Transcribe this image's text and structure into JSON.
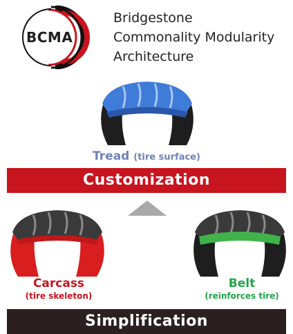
{
  "logo": {
    "abbr": "BCMA",
    "lines": [
      "Bridgestone",
      "Commonality Modularity",
      "Architecture"
    ]
  },
  "tread": {
    "title": "Tread",
    "desc": "(tire surface)"
  },
  "customization": "Customization",
  "carcass": {
    "title": "Carcass",
    "desc": "(tire skeleton)"
  },
  "belt": {
    "title": "Belt",
    "desc": "(reinforces tire)"
  },
  "simplification": "Simplification",
  "colors": {
    "red": "#c8141e",
    "blue": "#3f7bd9",
    "green": "#3fb34a",
    "dark": "#2b1f1f",
    "tread_label": "#6e82b4",
    "arrow_gray": "#a9a9a9"
  }
}
